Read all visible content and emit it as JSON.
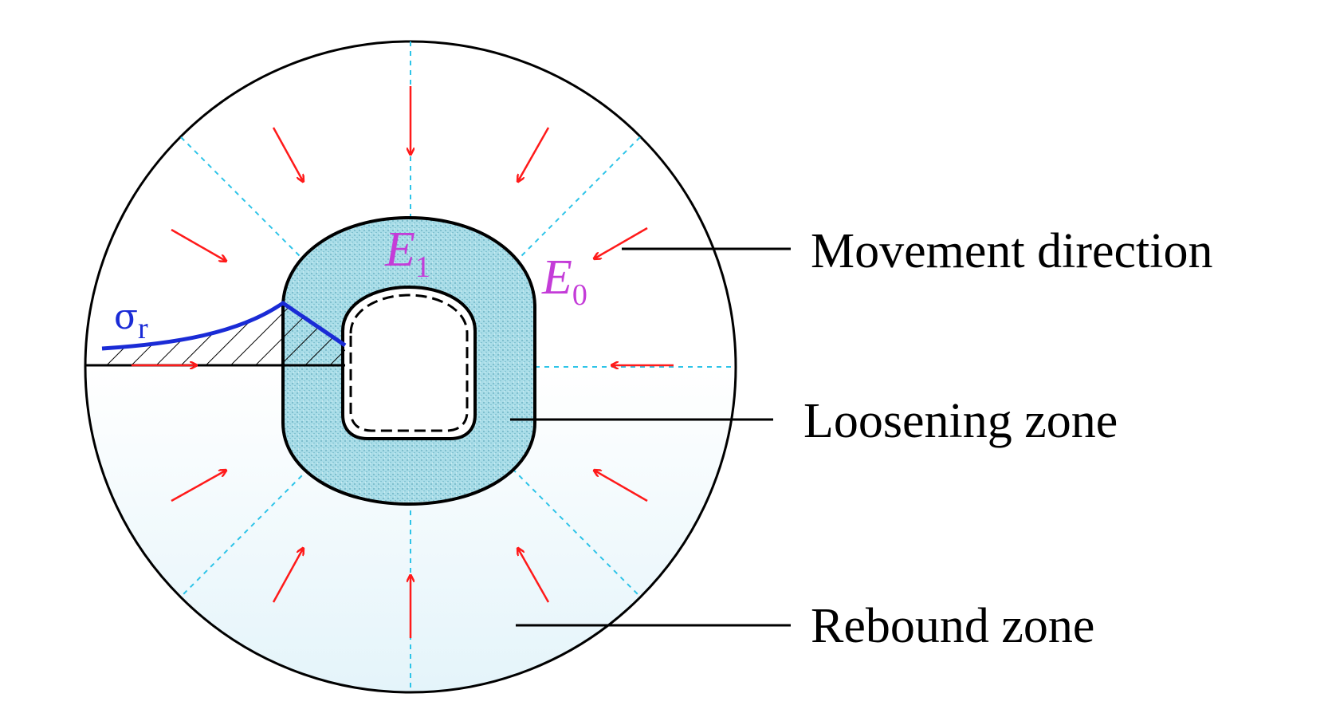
{
  "labels": {
    "movement": "Movement direction",
    "loosening": "Loosening zone",
    "rebound": "Rebound zone"
  },
  "symbols": {
    "e1_base": "E",
    "e1_sub": "1",
    "e0_base": "E",
    "e0_sub": "0",
    "sigma_base": "σ",
    "sigma_sub": "r"
  },
  "colors": {
    "arrow": "#ff1a1a",
    "radial_line": "#2ec4e8",
    "loosening_fill": "#b3e3ec",
    "rebound_fill": "#eaf6fb",
    "stress_curve": "#1a2bd6",
    "symbol": "#c43cd8",
    "outline": "#000000"
  }
}
